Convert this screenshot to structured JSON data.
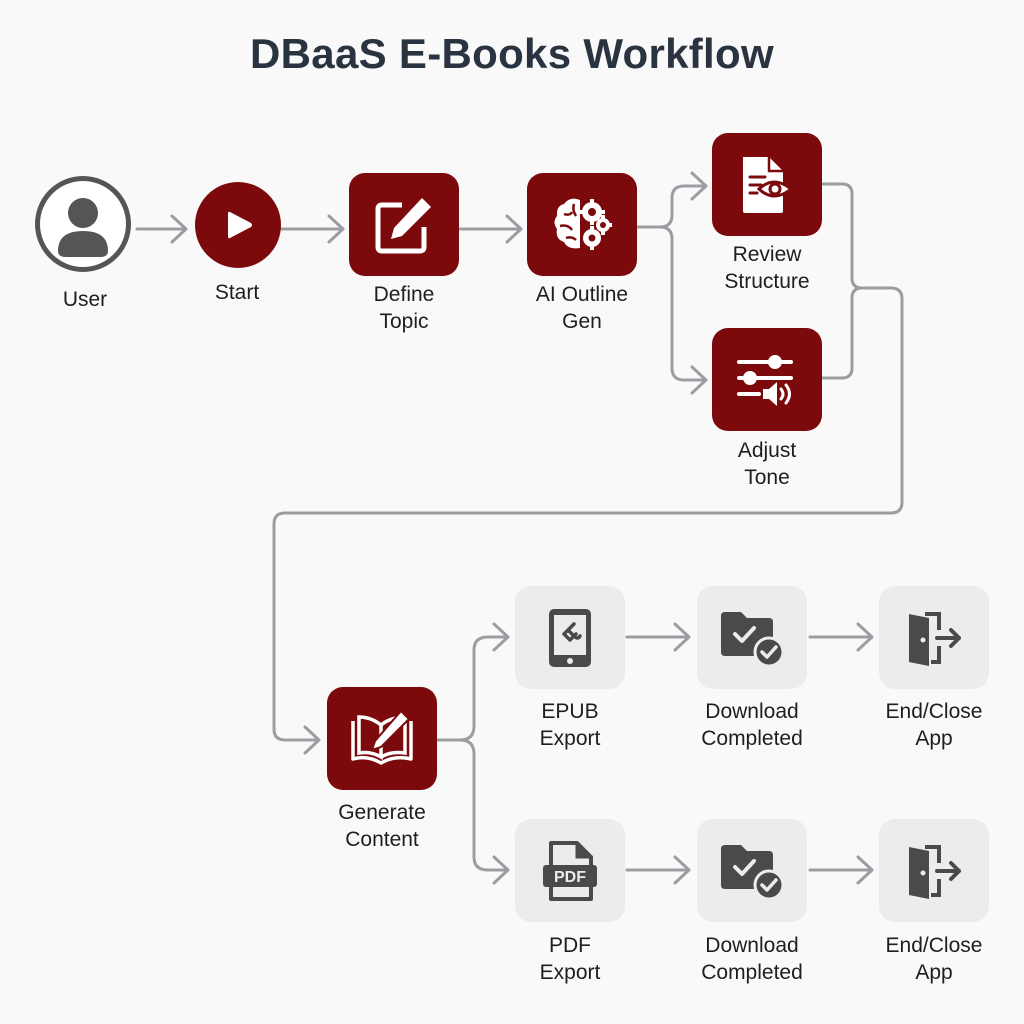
{
  "title": "DBaaS E-Books Workflow",
  "colors": {
    "primary": "#7c0a0c",
    "neutral_box": "#ececec",
    "icon_dark": "#4a4a4a",
    "connector": "#9a9ea3",
    "title": "#2a3340"
  },
  "nodes": {
    "user": {
      "icon": "user-icon",
      "lines": [
        "User"
      ]
    },
    "start": {
      "icon": "play-icon",
      "lines": [
        "Start"
      ]
    },
    "define_topic": {
      "icon": "edit-icon",
      "lines": [
        "Define",
        "Topic"
      ]
    },
    "ai_outline": {
      "icon": "brain-gears-icon",
      "lines": [
        "AI Outline",
        "Gen"
      ]
    },
    "review_structure": {
      "icon": "document-eye-icon",
      "lines": [
        "Review",
        "Structure"
      ]
    },
    "adjust_tone": {
      "icon": "sliders-sound-icon",
      "lines": [
        "Adjust",
        "Tone"
      ]
    },
    "generate_content": {
      "icon": "book-pen-icon",
      "lines": [
        "Generate",
        "Content"
      ]
    },
    "epub_export": {
      "icon": "ebook-tablet-icon",
      "lines": [
        "EPUB",
        "Export"
      ]
    },
    "epub_download": {
      "icon": "folder-check-icon",
      "lines": [
        "Download",
        "Completed"
      ]
    },
    "epub_end": {
      "icon": "door-exit-icon",
      "lines": [
        "End/Close",
        "App"
      ]
    },
    "pdf_export": {
      "icon": "pdf-file-icon",
      "icon_text": "PDF",
      "lines": [
        "PDF",
        "Export"
      ]
    },
    "pdf_download": {
      "icon": "folder-check-icon",
      "lines": [
        "Download",
        "Completed"
      ]
    },
    "pdf_end": {
      "icon": "door-exit-icon",
      "lines": [
        "End/Close",
        "App"
      ]
    }
  },
  "edges": [
    [
      "User",
      "Start"
    ],
    [
      "Start",
      "Define Topic"
    ],
    [
      "Define Topic",
      "AI Outline Gen"
    ],
    [
      "AI Outline Gen",
      "Review Structure"
    ],
    [
      "AI Outline Gen",
      "Adjust Tone"
    ],
    [
      "Review Structure",
      "Generate Content"
    ],
    [
      "Adjust Tone",
      "Generate Content"
    ],
    [
      "Generate Content",
      "EPUB Export"
    ],
    [
      "Generate Content",
      "PDF Export"
    ],
    [
      "EPUB Export",
      "Download Completed"
    ],
    [
      "Download Completed",
      "End/Close App"
    ],
    [
      "PDF Export",
      "Download Completed"
    ],
    [
      "Download Completed",
      "End/Close App"
    ]
  ]
}
